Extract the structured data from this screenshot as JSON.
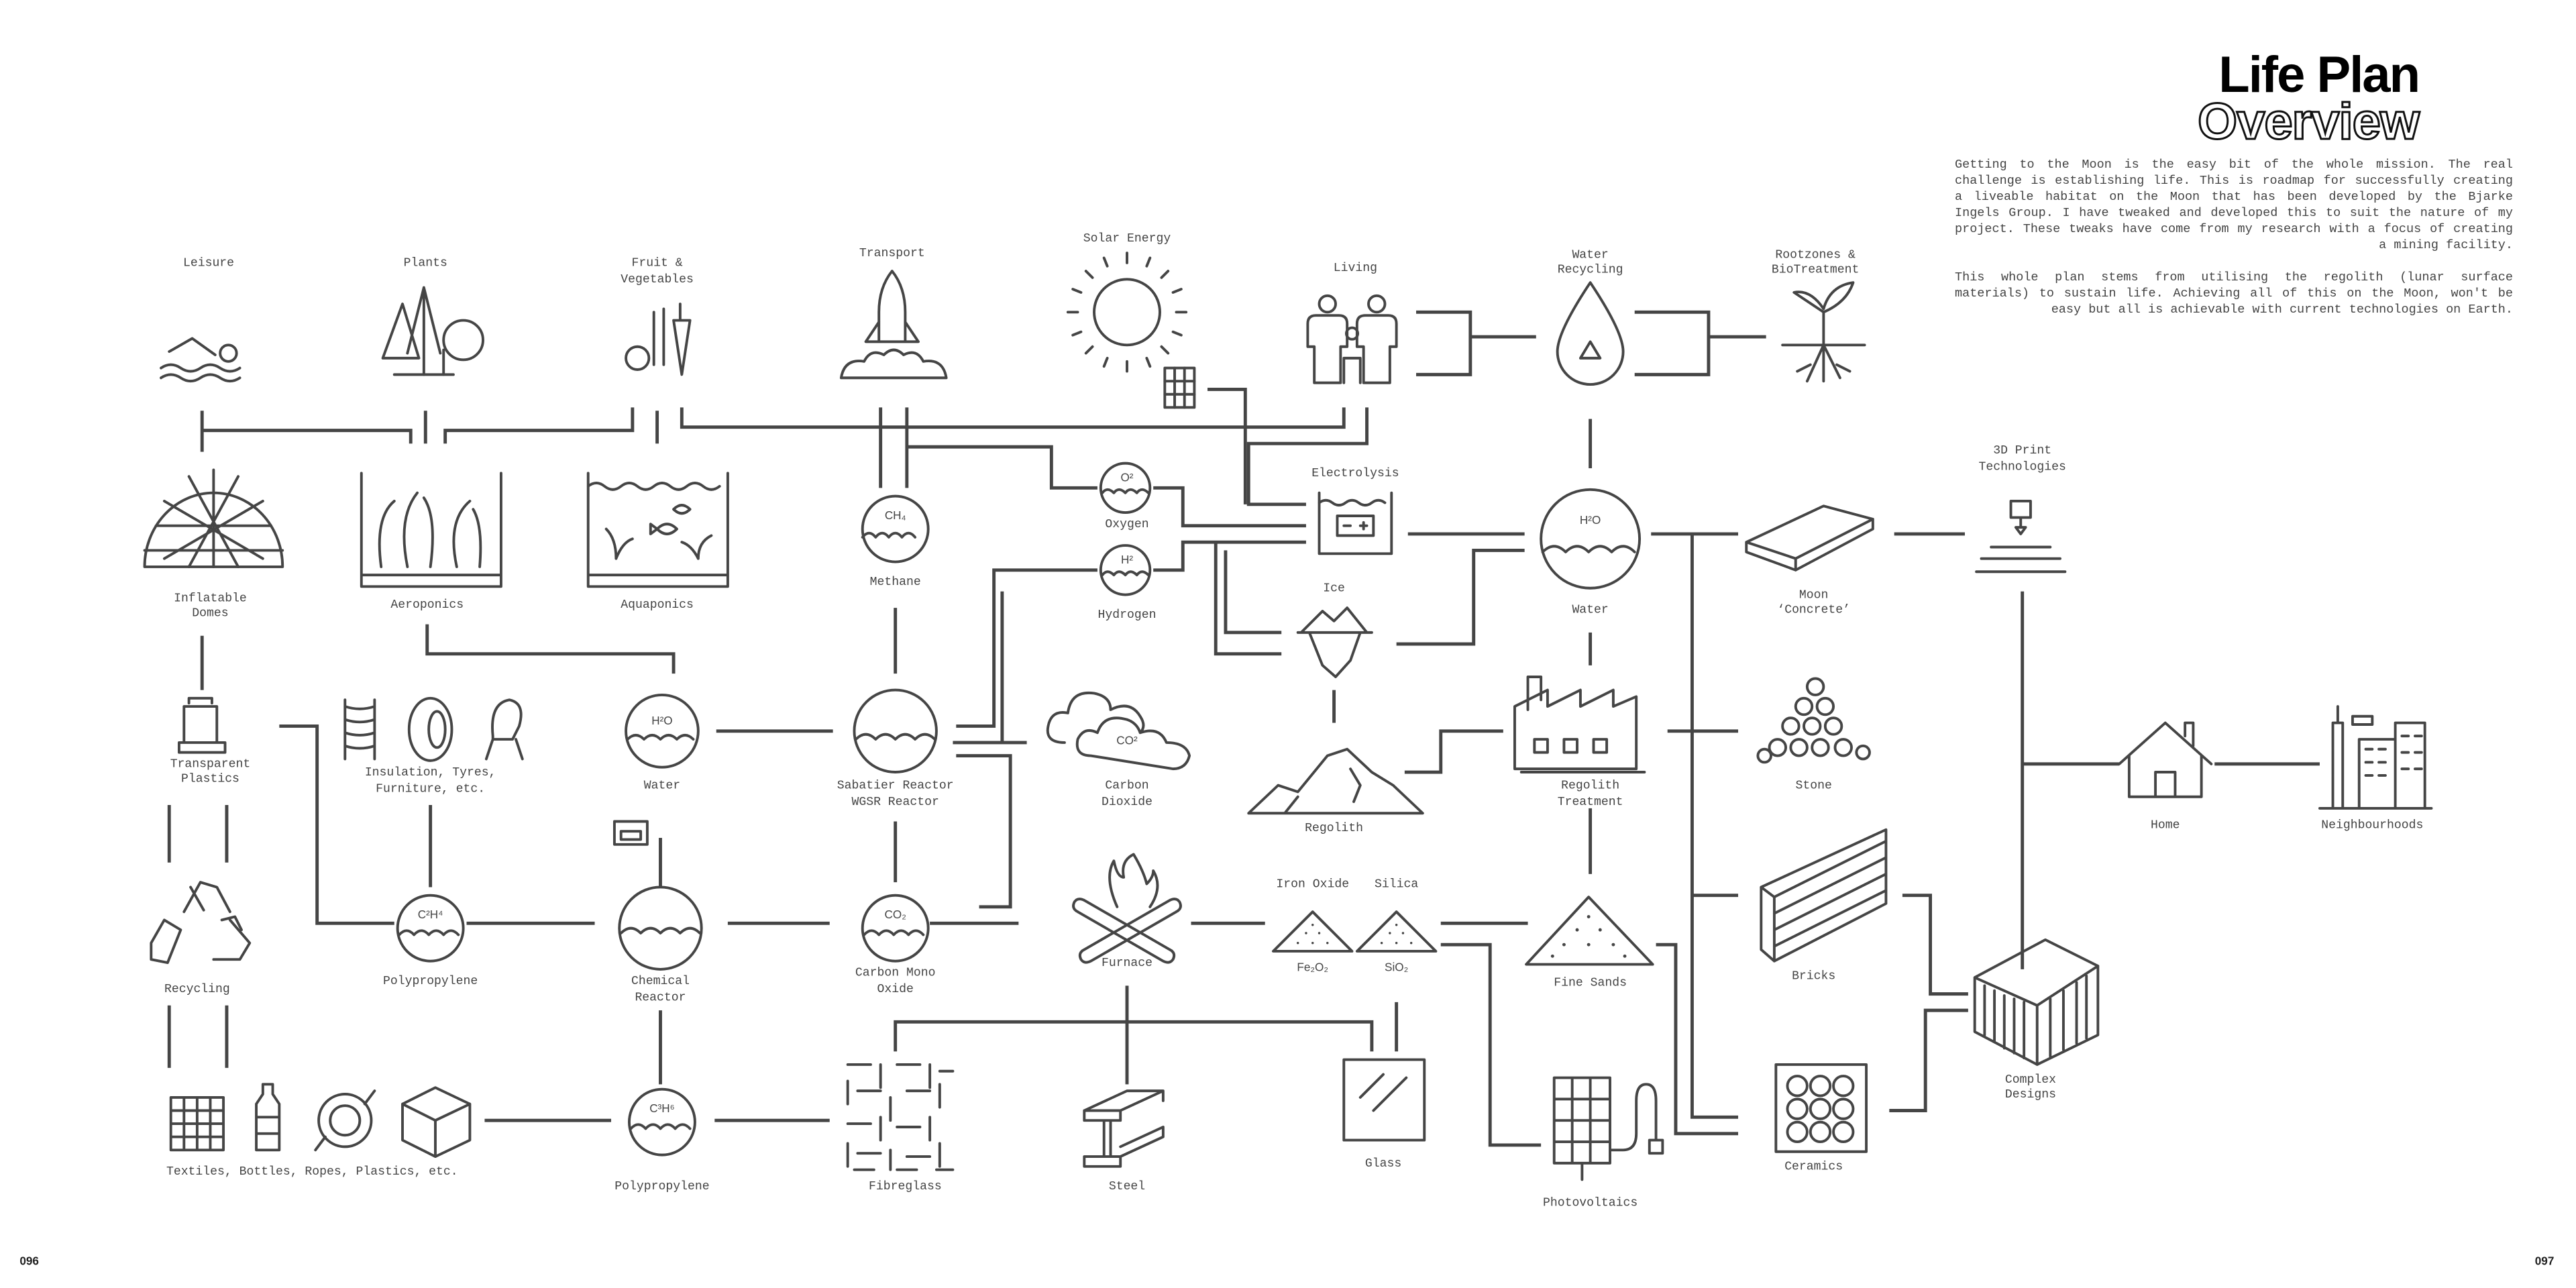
{
  "header": {
    "title": "Life Plan",
    "subtitle": "Overview"
  },
  "intro": {
    "paragraphs": [
      "Getting to the Moon is the easy bit of the whole mission. The real challenge is establishing life. This is roadmap for successfully creating a liveable habitat on the Moon that has been developed by the Bjarke Ingels Group. I have tweaked and developed this to suit the nature of my project. These tweaks have come from my research with a focus of creating a mining facility.",
      "This whole plan stems from utilising the regolith (lunar surface materials) to sustain life. Achieving all of this on the Moon, won't be easy but all is achievable with current technologies on Earth."
    ]
  },
  "pages": {
    "left": "096",
    "right": "097"
  },
  "colors": {
    "stroke": "#454545",
    "text": "#444444"
  },
  "nodes": {
    "leisure": {
      "label": "Leisure",
      "icon": "swimmer-icon"
    },
    "plants": {
      "label": "Plants",
      "icon": "trees-icon"
    },
    "fruit": {
      "label1": "Fruit &",
      "label2": "Vegetables",
      "icon": "vegetables-icon"
    },
    "transport": {
      "label": "Transport",
      "icon": "space-shuttle-icon"
    },
    "solar": {
      "label": "Solar Energy",
      "icon": "sun-icon"
    },
    "living": {
      "label": "Living",
      "icon": "family-icon"
    },
    "water_recycling": {
      "label1": "Water",
      "label2": "Recycling",
      "icon": "water-drop-recycle-icon"
    },
    "rootzones": {
      "label1": "Rootzones &",
      "label2": "BioTreatment",
      "icon": "plant-roots-icon"
    },
    "domes": {
      "label1": "Inflatable",
      "label2": "Domes",
      "icon": "geodesic-dome-icon"
    },
    "aeroponics": {
      "label": "Aeroponics",
      "icon": "aeroponics-tank-icon"
    },
    "aquaponics": {
      "label": "Aquaponics",
      "icon": "aquarium-icon"
    },
    "methane": {
      "label": "Methane",
      "formula": "CH₄"
    },
    "oxygen": {
      "label": "Oxygen",
      "formula": "O²"
    },
    "hydrogen": {
      "label": "Hydrogen",
      "formula": "H²"
    },
    "electrolysis": {
      "label": "Electrolysis",
      "icon": "battery-tank-icon"
    },
    "water_main": {
      "label": "Water",
      "formula": "H²O"
    },
    "moon_concrete": {
      "label1": "Moon",
      "label2": "‘Concrete’",
      "icon": "slab-icon"
    },
    "print3d": {
      "label1": "3D Print",
      "label2": "Technologies",
      "icon": "3d-printer-icon"
    },
    "ice": {
      "label": "Ice",
      "icon": "iceberg-icon"
    },
    "transparent_plastics": {
      "label1": "Transparent",
      "label2": "Plastics",
      "icon": "plastic-sheets-icon"
    },
    "insulation": {
      "label1": "Insulation, Tyres,",
      "label2": "Furniture, etc.",
      "icon": "insulation-tyre-chair-icon"
    },
    "water_small": {
      "label": "Water",
      "formula": "H²O"
    },
    "sabatier": {
      "label1": "Sabatier Reactor",
      "label2": "WGSR Reactor"
    },
    "co2": {
      "label1": "Carbon",
      "label2": "Dioxide",
      "formula": "CO²"
    },
    "regolith": {
      "label": "Regolith",
      "icon": "mountains-icon"
    },
    "regolith_treatment": {
      "label1": "Regolith",
      "label2": "Treatment",
      "icon": "factory-icon"
    },
    "stone": {
      "label": "Stone",
      "icon": "stone-pile-icon"
    },
    "home": {
      "label": "Home",
      "icon": "house-icon"
    },
    "neighbourhoods": {
      "label": "Neighbourhoods",
      "icon": "city-icon"
    },
    "recycling": {
      "label": "Recycling",
      "icon": "recycle-icon"
    },
    "polypropylene1": {
      "label": "Polypropylene",
      "formula": "C²H⁴"
    },
    "chemical_reactor": {
      "label1": "Chemical",
      "label2": "Reactor"
    },
    "carbon_mono": {
      "label1": "Carbon Mono",
      "label2": "Oxide",
      "formula": "CO₂"
    },
    "furnace": {
      "label": "Furnace",
      "icon": "fire-icon"
    },
    "iron_oxide": {
      "label": "Iron Oxide",
      "formula": "Fe₂O₂"
    },
    "silica": {
      "label": "Silica",
      "formula": "SiO₂"
    },
    "fine_sands": {
      "label": "Fine Sands",
      "icon": "sand-pile-icon"
    },
    "bricks": {
      "label": "Bricks",
      "icon": "brick-wall-icon"
    },
    "complex_designs": {
      "label1": "Complex",
      "label2": "Designs",
      "icon": "complex-structure-icon"
    },
    "textiles": {
      "label": "Textiles, Bottles, Ropes, Plastics, etc.",
      "icon": "textile-bottle-rope-box-icon"
    },
    "polypropylene2": {
      "label": "Polypropylene",
      "formula": "C³H⁶"
    },
    "fibreglass": {
      "label": "Fibreglass",
      "icon": "fibreglass-pattern-icon"
    },
    "steel": {
      "label": "Steel",
      "icon": "steel-beam-icon"
    },
    "glass": {
      "label": "Glass",
      "icon": "glass-pane-icon"
    },
    "photovoltaics": {
      "label": "Photovoltaics",
      "icon": "solar-panel-icon"
    },
    "ceramics": {
      "label": "Ceramics",
      "icon": "ceramic-tile-icon"
    }
  }
}
